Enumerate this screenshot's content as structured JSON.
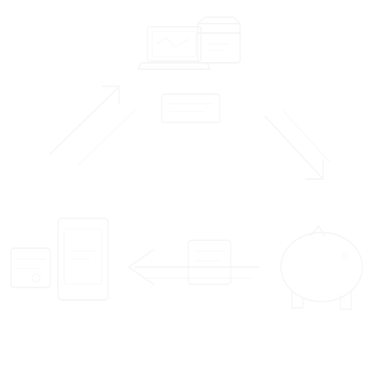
{
  "diagram": {
    "nodes": [
      {
        "name": "laptop-node"
      },
      {
        "name": "box-node"
      },
      {
        "name": "phone-node"
      },
      {
        "name": "wallet-node"
      },
      {
        "name": "piggy-bank-node"
      },
      {
        "name": "center-card-node"
      }
    ],
    "arrows": [
      {
        "name": "arrow-bottom-left-to-top"
      },
      {
        "name": "arrow-top-to-bottom-right"
      },
      {
        "name": "arrow-bottom-right-to-bottom-left"
      }
    ],
    "colors": {
      "stroke": "#f4f4f4",
      "background": "#ffffff"
    }
  }
}
